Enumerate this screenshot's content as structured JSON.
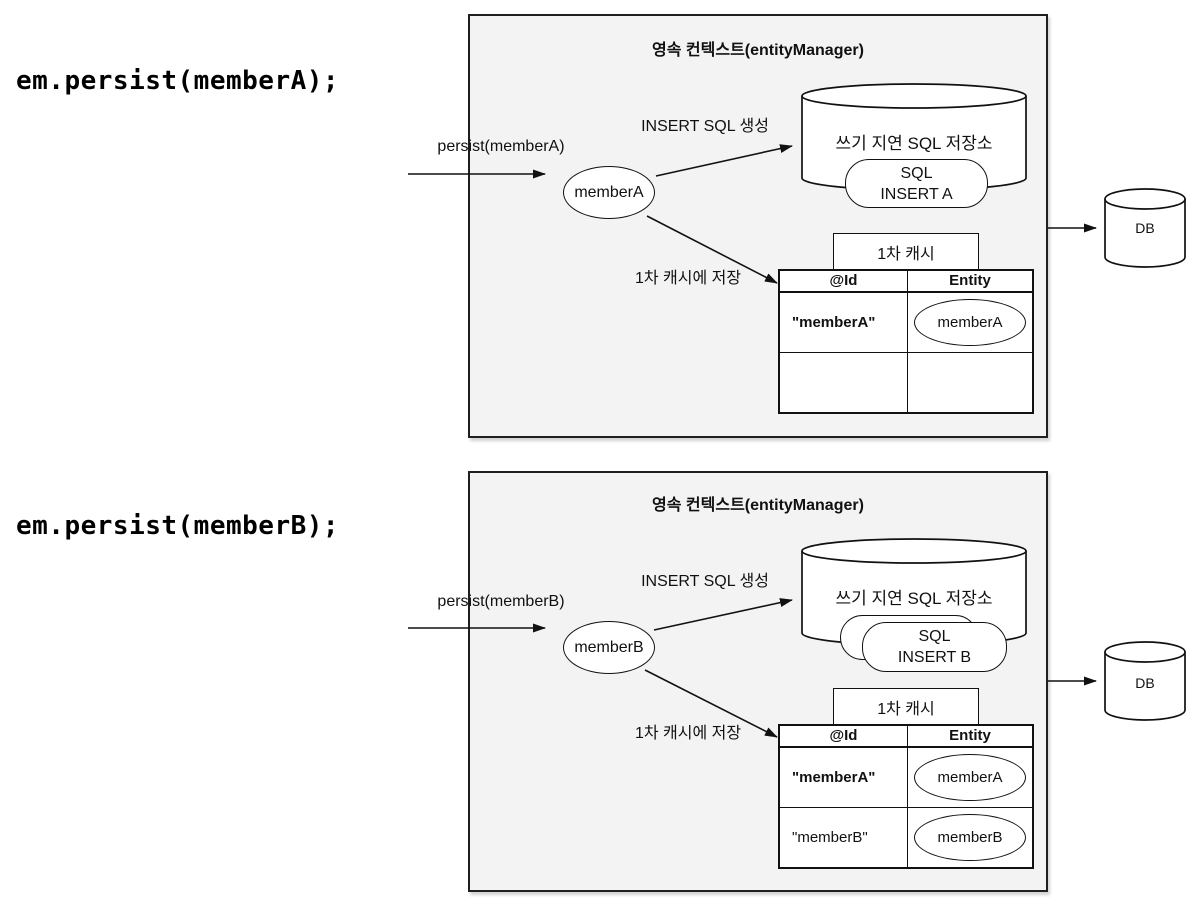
{
  "colors": {
    "box_background": "#f3f3f3",
    "line": "#111111",
    "shape_fill": "#ffffff",
    "text": "#000000"
  },
  "diagram1": {
    "code": "em.persist(memberA);",
    "box_title": "영속 컨텍스트(entityManager)",
    "persist_label": "persist(memberA)",
    "entity_label": "memberA",
    "insert_sql_label": "INSERT SQL 생성",
    "sql_store_label": "쓰기 지연 SQL 저장소",
    "sql_box": {
      "line1": "SQL",
      "line2": "INSERT A"
    },
    "cache_save_label": "1차 캐시에 저장",
    "cache_title": "1차 캐시",
    "table": {
      "headers": [
        "@Id",
        "Entity"
      ],
      "rows": [
        {
          "id": "\"memberA\"",
          "entity": "memberA"
        },
        {
          "id": "",
          "entity": ""
        }
      ]
    },
    "db_label": "DB"
  },
  "diagram2": {
    "code": "em.persist(memberB);",
    "box_title": "영속 컨텍스트(entityManager)",
    "persist_label": "persist(memberB)",
    "entity_label": "memberB",
    "insert_sql_label": "INSERT SQL 생성",
    "sql_store_label": "쓰기 지연 SQL 저장소",
    "sql_box": {
      "line1": "SQL",
      "line2": "INSERT B"
    },
    "cache_save_label": "1차 캐시에 저장",
    "cache_title": "1차 캐시",
    "table": {
      "headers": [
        "@Id",
        "Entity"
      ],
      "rows": [
        {
          "id": "\"memberA\"",
          "entity": "memberA"
        },
        {
          "id": "\"memberB\"",
          "entity": "memberB"
        }
      ]
    },
    "db_label": "DB"
  }
}
